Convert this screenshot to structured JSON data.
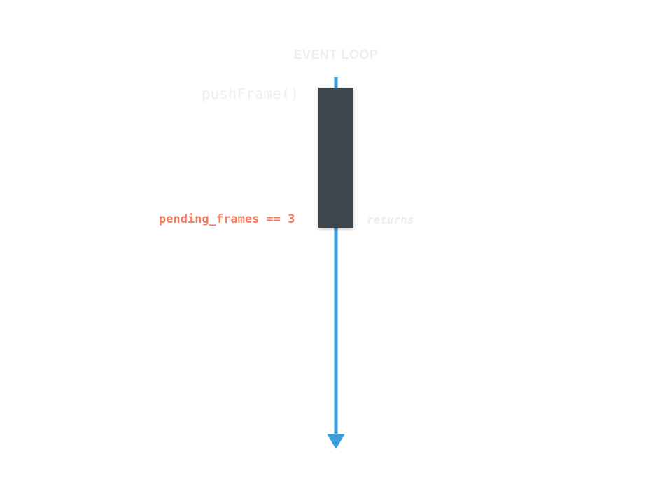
{
  "diagram": {
    "lane_title": "EVENT LOOP",
    "call_label": "pushFrame()",
    "state_label": "pending_frames == 3",
    "return_label": "returns"
  },
  "colors": {
    "timeline": "#3b9ddd",
    "activation_box": "#3d454d",
    "faint_text": "#eceff1",
    "state_text": "#f47c5c"
  }
}
